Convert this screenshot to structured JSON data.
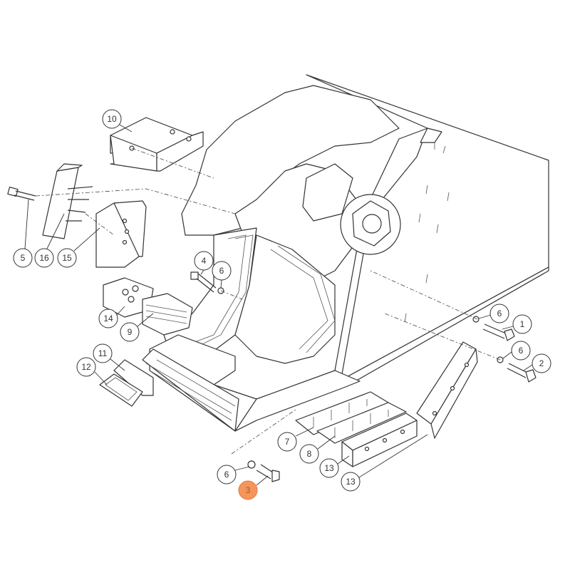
{
  "diagram": {
    "callouts": [
      {
        "label": "10",
        "highlight": false
      },
      {
        "label": "5",
        "highlight": false
      },
      {
        "label": "16",
        "highlight": false
      },
      {
        "label": "15",
        "highlight": false
      },
      {
        "label": "4",
        "highlight": false
      },
      {
        "label": "6",
        "highlight": false
      },
      {
        "label": "14",
        "highlight": false
      },
      {
        "label": "9",
        "highlight": false
      },
      {
        "label": "11",
        "highlight": false
      },
      {
        "label": "12",
        "highlight": false
      },
      {
        "label": "6",
        "highlight": false
      },
      {
        "label": "1",
        "highlight": false
      },
      {
        "label": "6",
        "highlight": false
      },
      {
        "label": "2",
        "highlight": false
      },
      {
        "label": "7",
        "highlight": false
      },
      {
        "label": "8",
        "highlight": false
      },
      {
        "label": "13",
        "highlight": false
      },
      {
        "label": "13",
        "highlight": false
      },
      {
        "label": "6",
        "highlight": false
      },
      {
        "label": "3",
        "highlight": true
      }
    ],
    "highlight_color": "#f4955c"
  }
}
